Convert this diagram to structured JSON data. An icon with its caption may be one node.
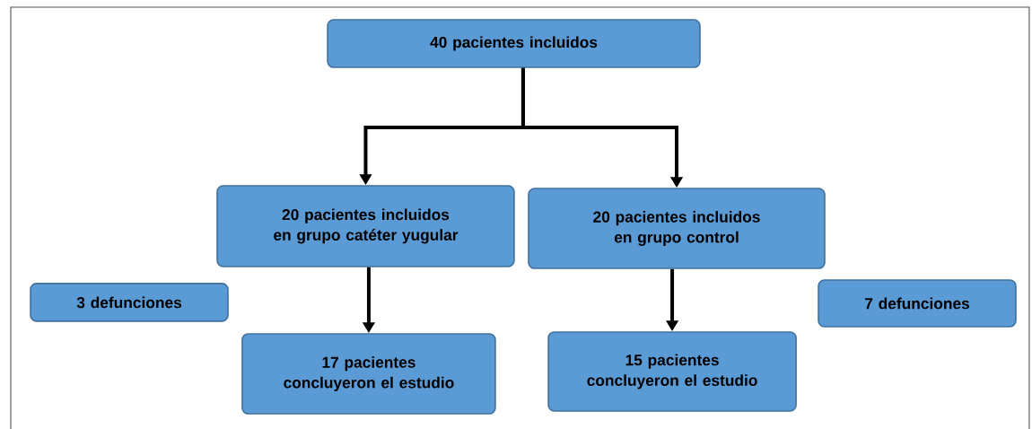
{
  "diagram": {
    "nodes": [
      {
        "text": [
          "40 pacientes incluidos"
        ]
      },
      {
        "text": [
          "20 pacientes incluidos en grupo catéter yugular"
        ]
      },
      {
        "text": [
          "20 pacientes incluidos en grupo control"
        ]
      },
      {
        "text": [
          "3 defunciones"
        ]
      },
      {
        "text": [
          "17 pacientes concluyeron el estudio"
        ]
      },
      {
        "text": [
          "15 pacientes concluyeron el estudio"
        ]
      },
      {
        "text": [
          "7 defunciones"
        ]
      }
    ],
    "edges": [
      {
        "from": 0,
        "to": 1,
        "arrow": "to"
      },
      {
        "from": 0,
        "to": 2,
        "arrow": "to"
      },
      {
        "from": 1,
        "to": 4,
        "arrow": "to"
      },
      {
        "from": 2,
        "to": 5,
        "arrow": "to"
      }
    ]
  }
}
